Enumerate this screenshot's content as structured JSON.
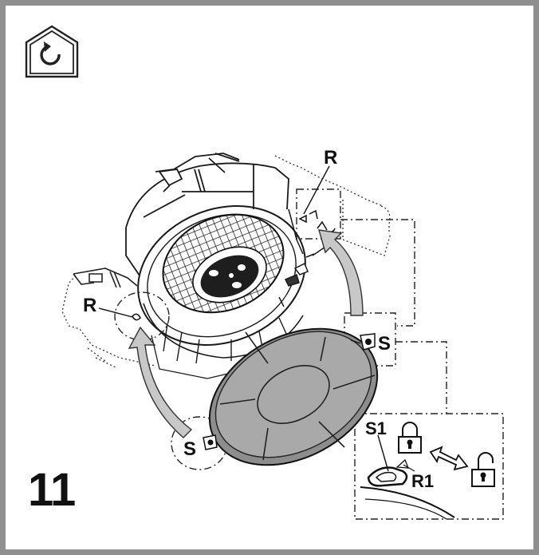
{
  "step_number": "11",
  "labels": {
    "r_top": "R",
    "r_left": "R",
    "s_right": "S",
    "s_bottom": "S",
    "s1": "S1",
    "r1": "R1"
  },
  "icons": {
    "header": "house-reinstall-icon",
    "locked": "padlock-locked-icon",
    "unlocked": "padlock-unlocked-icon",
    "swap": "double-arrow-icon"
  },
  "colors": {
    "frame": "#8f8f8f",
    "filter": "#a9a9a9",
    "arrow": "#c8c8c8",
    "line": "#1a1a1a"
  }
}
